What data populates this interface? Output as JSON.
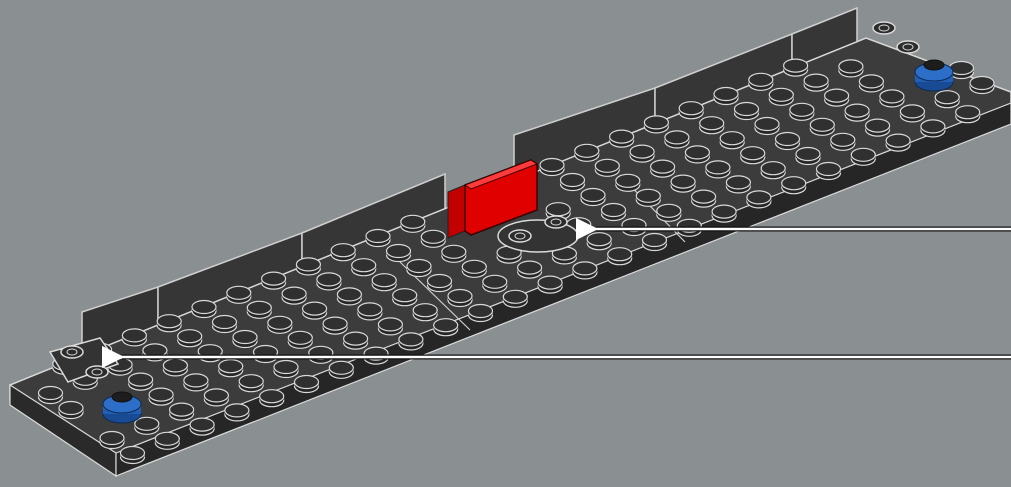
{
  "colors": {
    "background": "#8a9092",
    "brick_dark": "#2e2e2e",
    "brick_face": "#3a3a3a",
    "brick_edge": "#d8d8d8",
    "accent_red": "#d40000",
    "accent_blue": "#1f5fb5",
    "callout": "#ffffff"
  },
  "parts": {
    "base": "dark-gray-plate-assembly",
    "wall_panels": "dark-gray-wall-panels",
    "center_tile": "red-tile-2x2",
    "round_plate_left": "blue-round-plate-1x1",
    "round_plate_right": "blue-round-plate-1x1",
    "jumper_plate_center": "dark-gray-jumper-plate",
    "jumper_plate_left": "dark-gray-jumper-plate"
  },
  "callouts": [
    {
      "id": "callout-arrow-upper",
      "points_to": "jumper-plate-center"
    },
    {
      "id": "callout-arrow-lower",
      "points_to": "jumper-plate-left"
    }
  ]
}
